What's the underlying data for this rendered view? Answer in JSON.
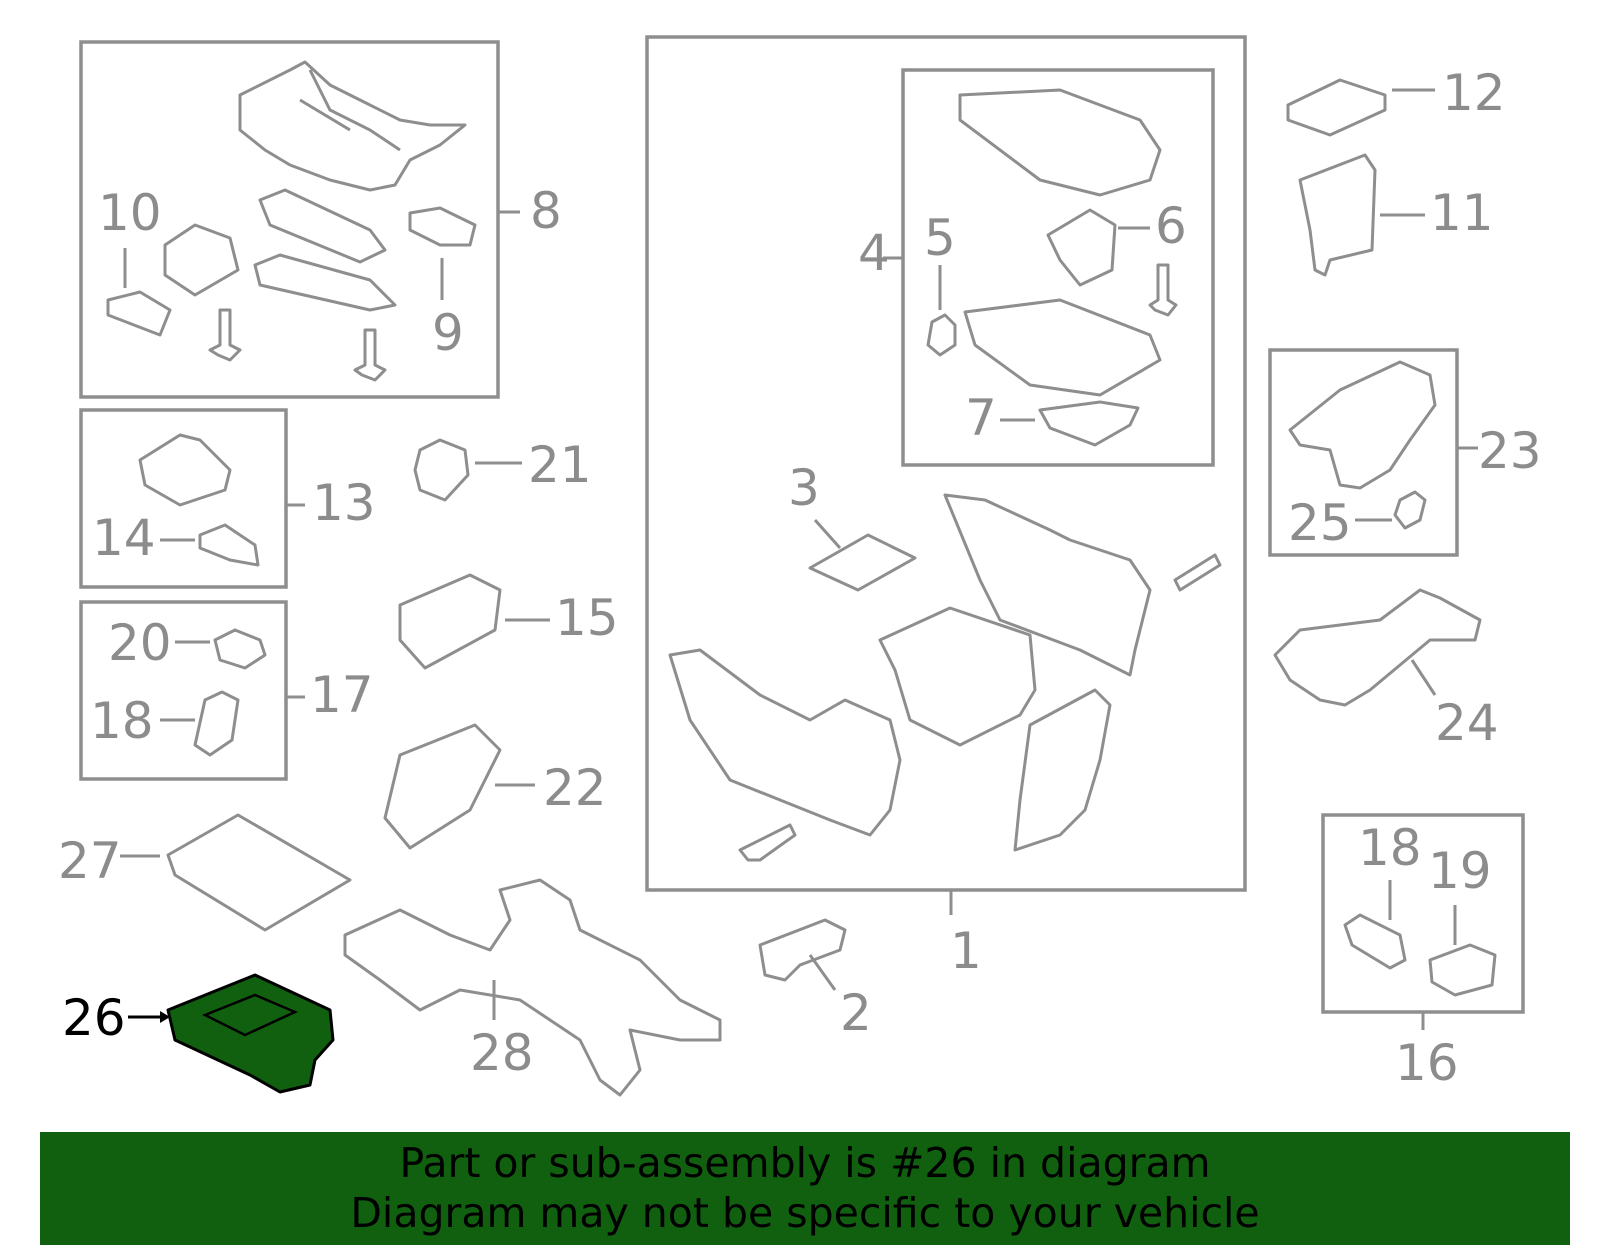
{
  "callouts": {
    "c1": "1",
    "c2": "2",
    "c3": "3",
    "c4": "4",
    "c5": "5",
    "c6": "6",
    "c7": "7",
    "c8": "8",
    "c9": "9",
    "c10": "10",
    "c11": "11",
    "c12": "12",
    "c13": "13",
    "c14": "14",
    "c15": "15",
    "c16": "16",
    "c17": "17",
    "c18a": "18",
    "c18b": "18",
    "c19": "19",
    "c20": "20",
    "c21": "21",
    "c22": "22",
    "c23": "23",
    "c24": "24",
    "c25": "25",
    "c26": "26",
    "c27": "27",
    "c28": "28"
  },
  "banner": {
    "line1": "Part or sub-assembly is #26 in diagram",
    "line2": "Diagram may not be specific to your vehicle"
  },
  "colors": {
    "highlight_part": "#11600f",
    "banner_bg": "#11600f",
    "line_gray": "#8e8e8e"
  }
}
